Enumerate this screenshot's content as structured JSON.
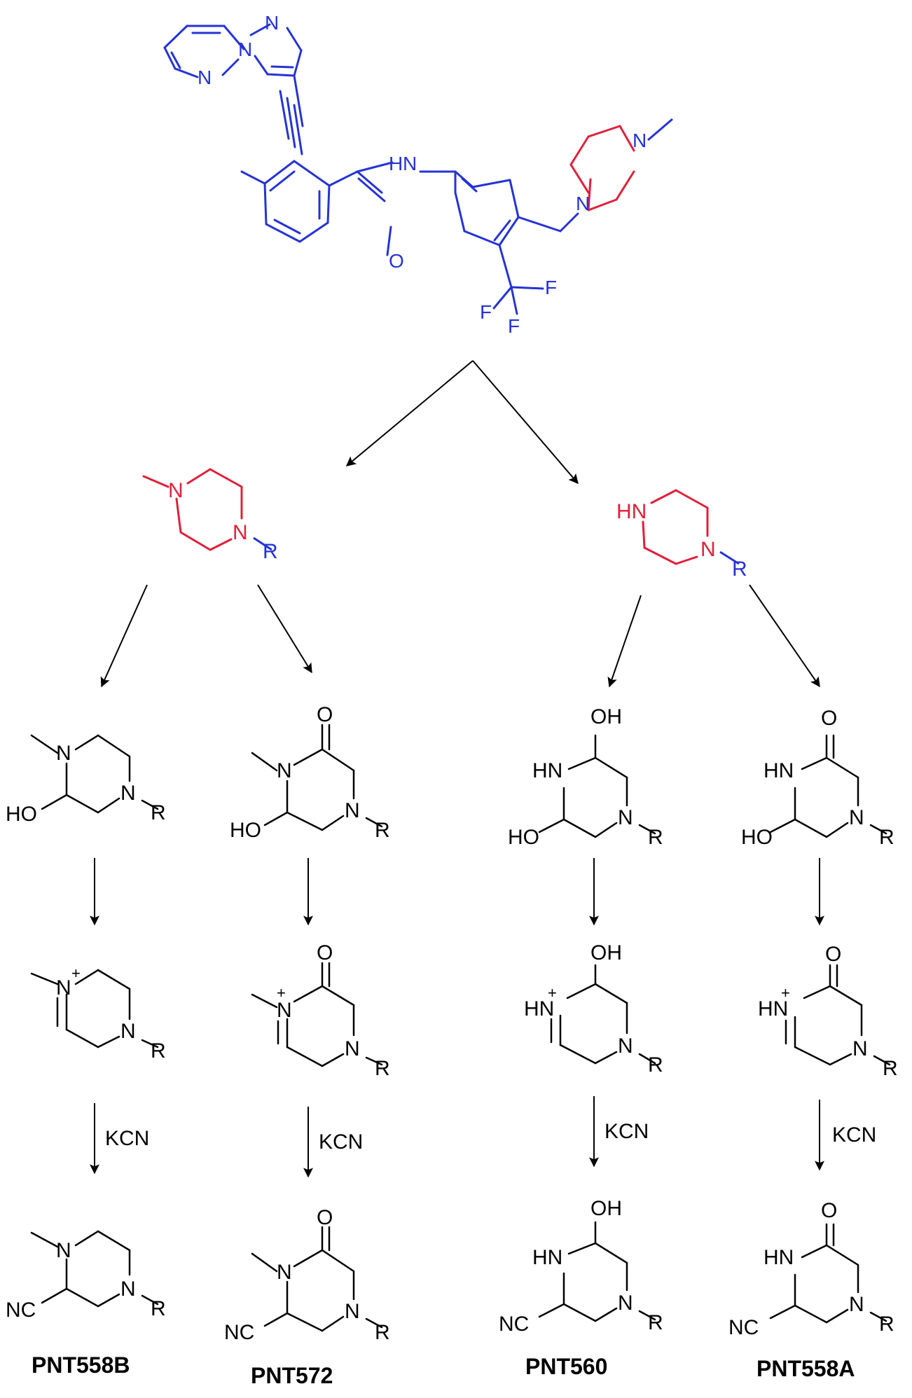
{
  "colors": {
    "parent": "#2533d6",
    "piperazine": "#e0203a",
    "product": "#000000"
  },
  "parent_molecule": {
    "atoms": {
      "n_imidazole": "N",
      "n_bridgehead": "N",
      "n_pyridazine": "N",
      "amide_nh": "N",
      "amide_h": "H",
      "amide_o": "O",
      "f1": "F",
      "f2": "F",
      "f3": "F",
      "pip_n_top": "N",
      "pip_n_bottom": "N"
    }
  },
  "intermediates": {
    "methylpiperazine": {
      "n1": "N",
      "n4": "N",
      "r": "R"
    },
    "piperazine": {
      "nh": "HN",
      "n4": "N",
      "r": "R"
    }
  },
  "columns": [
    {
      "id": "col1",
      "hydroxylated": {
        "n_methyl": "N",
        "n4": "N",
        "r": "R",
        "oh": "HO"
      },
      "iminium": {
        "n_plus": "N",
        "charge": "+",
        "n4": "N",
        "r": "R"
      },
      "reagent": "KCN",
      "product": {
        "n_methyl": "N",
        "n4": "N",
        "r": "R",
        "cn": "NC"
      },
      "label": "PNT558B"
    },
    {
      "id": "col2",
      "hydroxylated": {
        "o": "O",
        "n_methyl": "N",
        "n4": "N",
        "r": "R",
        "oh": "HO"
      },
      "iminium": {
        "o": "O",
        "n_plus": "N",
        "charge": "+",
        "n4": "N",
        "r": "R"
      },
      "reagent": "KCN",
      "product": {
        "o": "O",
        "n_methyl": "N",
        "n4": "N",
        "r": "R",
        "cn": "NC"
      },
      "label": "PNT572"
    },
    {
      "id": "col3",
      "hydroxylated": {
        "oh_top": "OH",
        "nh": "HN",
        "n4": "N",
        "r": "R",
        "oh": "HO"
      },
      "iminium": {
        "oh_top": "OH",
        "nh_plus": "HN",
        "charge": "+",
        "n4": "N",
        "r": "R"
      },
      "reagent": "KCN",
      "product": {
        "oh_top": "OH",
        "nh": "HN",
        "n4": "N",
        "r": "R",
        "cn": "NC"
      },
      "label": "PNT560"
    },
    {
      "id": "col4",
      "hydroxylated": {
        "o": "O",
        "nh": "HN",
        "n4": "N",
        "r": "R",
        "oh": "HO"
      },
      "iminium": {
        "o": "O",
        "nh_plus": "HN",
        "charge": "+",
        "n4": "N",
        "r": "R"
      },
      "reagent": "KCN",
      "product": {
        "o": "O",
        "nh": "HN",
        "n4": "N",
        "r": "R",
        "cn": "NC"
      },
      "label": "PNT558A"
    }
  ]
}
